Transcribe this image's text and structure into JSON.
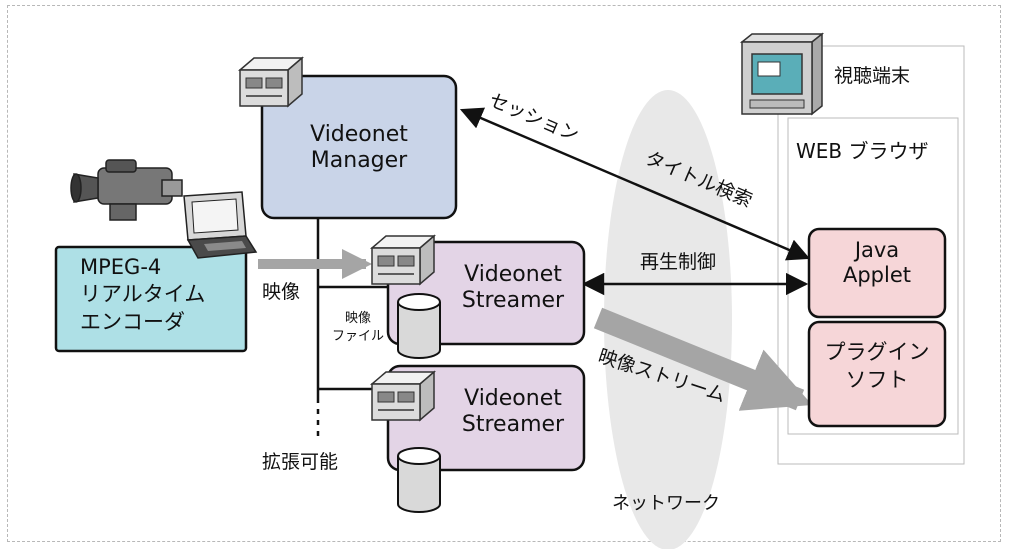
{
  "nodes": {
    "manager": {
      "line1": "Videonet",
      "line2": "Manager"
    },
    "streamer1": {
      "line1": "Videonet",
      "line2": "Streamer"
    },
    "streamer2": {
      "line1": "Videonet",
      "line2": "Streamer"
    },
    "encoder": {
      "line1": "MPEG-4",
      "line2": "リアルタイム",
      "line3": "エンコーダ"
    },
    "viewer_terminal": "視聴端末",
    "web_browser": "WEB ブラウザ",
    "java_applet": {
      "line1": "Java",
      "line2": "Applet"
    },
    "plugin": {
      "line1": "プラグイン",
      "line2": "ソフト"
    }
  },
  "labels": {
    "session": "セッション",
    "title_search": "タイトル検索",
    "playback_control": "再生制御",
    "video_in": "映像",
    "video_file": {
      "line1": "映像",
      "line2": "ファイル"
    },
    "video_stream": "映像ストリーム",
    "expandable": "拡張可能",
    "network": "ネットワーク"
  },
  "colors": {
    "manager_fill": "#c9d4e8",
    "streamer_fill": "#e3d4e6",
    "encoder_fill": "#aee0e6",
    "client_fill": "#f6d6d8",
    "network_fill": "#e8e8e8",
    "arrow_gray": "#a5a5a5"
  },
  "icons": [
    "server-icon",
    "pc-terminal-icon",
    "video-camera-icon",
    "laptop-icon",
    "disk-storage-icon"
  ]
}
